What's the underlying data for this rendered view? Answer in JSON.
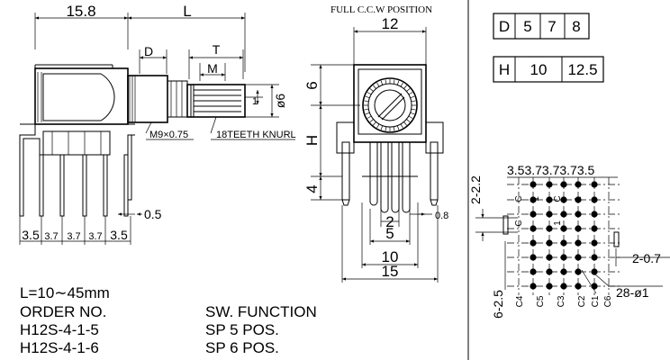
{
  "side_view": {
    "dim_15_8": "15.8",
    "dim_L": "L",
    "dim_D": "D",
    "dim_T": "T",
    "dim_M": "M",
    "dim_1": "1",
    "dim_phi6": "ø6",
    "thread": "M9×0.75",
    "knurl": "18TEETH KNURL",
    "dim_0_5": "0.5",
    "pitch_labels": [
      "3.5",
      "3.7",
      "3.7",
      "3.7",
      "3.5"
    ]
  },
  "front_view": {
    "caption": "FULL C.C.W POSITION",
    "dim_12": "12",
    "dim_6": "6",
    "dim_H": "H",
    "dim_4": "4",
    "dim_2": "2",
    "dim_0_8": "0.8",
    "dim_5": "5",
    "dim_10": "10",
    "dim_15": "15"
  },
  "table_D": [
    "D",
    "5",
    "7",
    "8"
  ],
  "table_H": [
    "H",
    "10",
    "12.5"
  ],
  "pcb": {
    "top_pitch": "3.53.73.73.73.5",
    "dim_2_22": "2-2.2",
    "dim_2_07": "2-0.7",
    "dim_28_phi1": "28-ø1",
    "dim_6_25": "6-2.5",
    "row_labels": [
      "C",
      "1",
      "C",
      "1",
      "C",
      "1"
    ],
    "bottom_labels": [
      "C4",
      "C5",
      "C3",
      "C2",
      "C1",
      "C6"
    ]
  },
  "notes": {
    "length": "L=10∼45mm",
    "order_header": "ORDER NO.",
    "func_header": "SW. FUNCTION",
    "rows": [
      {
        "order": "H12S-4-1-5",
        "function": "SP 5 POS."
      },
      {
        "order": "H12S-4-1-6",
        "function": "SP 6 POS."
      }
    ]
  }
}
